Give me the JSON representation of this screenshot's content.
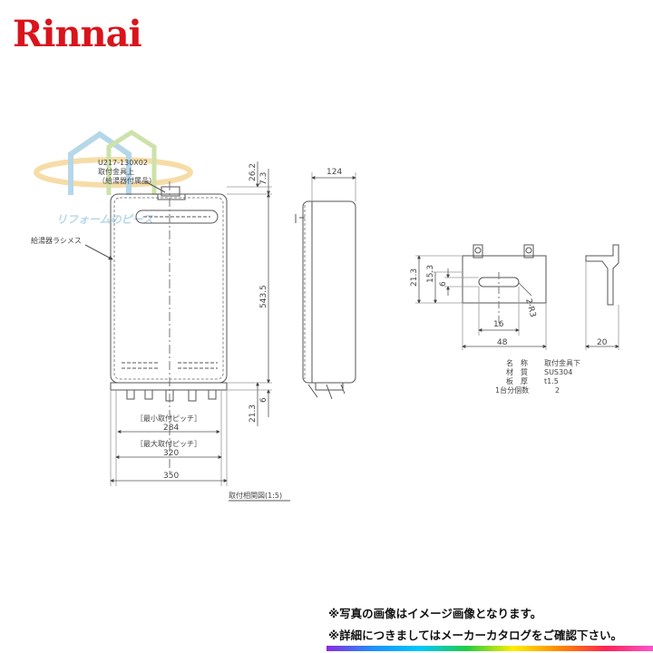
{
  "brand": {
    "logo_text": "Rinnai",
    "logo_color": "#d9141c"
  },
  "watermark": {
    "text": "リフォームのピース"
  },
  "front": {
    "model_code": "U217-130X02",
    "bracket_upper_1": "取付金具上",
    "bracket_upper_2": "（給湯器付属品）",
    "screw_label": "給湯器ラシメス",
    "dim_top_1": "26.2",
    "dim_top_2": "7.3",
    "dim_height": "543.5",
    "dim_bottom_1": "21.3",
    "dim_bottom_2": "6",
    "min_pitch_label": "［最小取付ピッチ］",
    "min_pitch": "284",
    "max_pitch_label": "［最大取付ピッチ］",
    "max_pitch": "320",
    "width": "350",
    "caption": "取付相関図(1:5)"
  },
  "side": {
    "depth": "124"
  },
  "bracket": {
    "dim_h1": "21.3",
    "dim_h2": "15.3",
    "dim_h3": "6",
    "dim_slot": "16",
    "dim_hole": "2-R3",
    "dim_width": "48",
    "dim_side": "20"
  },
  "spec_table": {
    "rows": [
      {
        "label": "名　称",
        "value": "取付金具下"
      },
      {
        "label": "材　質",
        "value": "SUS304"
      },
      {
        "label": "板　厚",
        "value": "t1.5"
      },
      {
        "label": "1台分個数",
        "value": "2"
      }
    ]
  },
  "notes": {
    "note1": "※写真の画像はイメージ画像となります。",
    "note2": "※詳細につきましてはメーカーカタログをご確認下さい。"
  }
}
